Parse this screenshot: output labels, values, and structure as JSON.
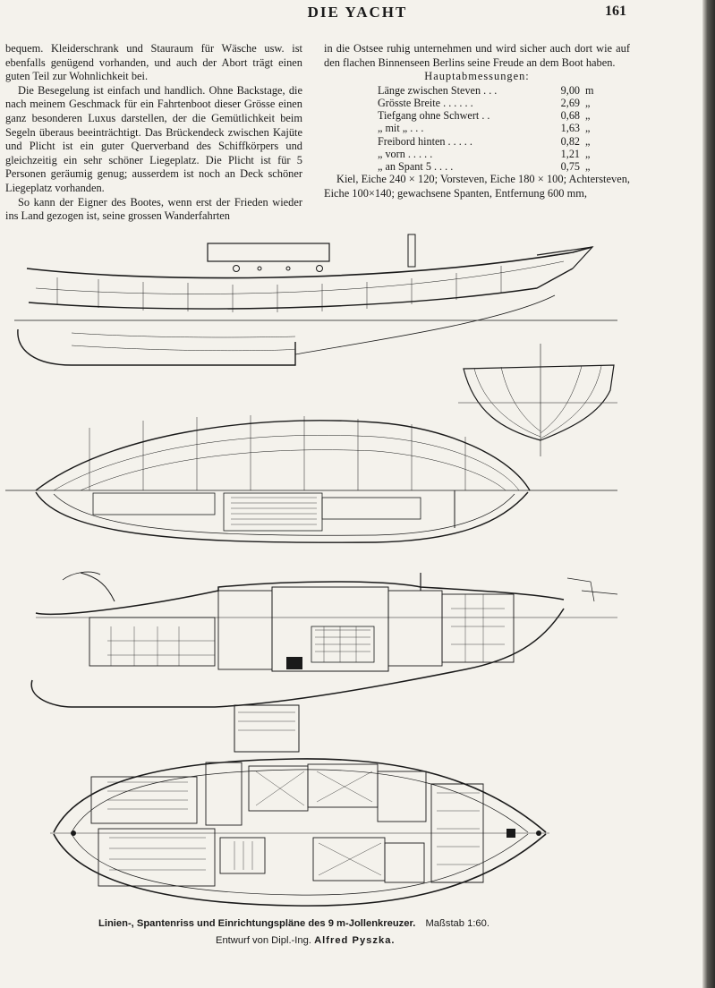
{
  "header": {
    "title": "DIE YACHT",
    "page_number": "161"
  },
  "left_column": {
    "paragraphs": [
      "bequem. Kleiderschrank und Stauraum für Wäsche usw. ist ebenfalls genügend vorhanden, und auch der Abort trägt einen guten Teil zur Wohnlichkeit bei.",
      "Die Besegelung ist einfach und handlich. Ohne Backstage, die nach meinem Geschmack für ein Fahrtenboot dieser Grösse einen ganz besonderen Luxus darstellen, der die Gemütlichkeit beim Segeln überaus beeinträchtigt. Das Brückendeck zwischen Kajüte und Plicht ist ein guter Querverband des Schiffkörpers und gleichzeitig ein sehr schöner Liegeplatz. Die Plicht ist für 5 Personen geräumig genug; ausserdem ist noch an Deck schöner Liegeplatz vorhanden.",
      "So kann der Eigner des Bootes, wenn erst der Frieden wieder ins Land gezogen ist, seine grossen Wanderfahrten"
    ]
  },
  "right_column": {
    "intro": "in die Ostsee ruhig unternehmen und wird sicher auch dort wie auf den flachen Binnenseen Berlins seine Freude an dem Boot haben.",
    "dimensions_title": "Hauptabmessungen:",
    "dimensions": [
      {
        "label": "Länge zwischen Steven . . .",
        "value": "9,00",
        "unit": "m"
      },
      {
        "label": "Grösste Breite . . . . . .",
        "value": "2,69",
        "unit": "„"
      },
      {
        "label": "Tiefgang ohne Schwert . .",
        "value": "0,68",
        "unit": "„"
      },
      {
        "label": "„ mit „ . . .",
        "value": "1,63",
        "unit": "„"
      },
      {
        "label": "Freibord hinten . . . . .",
        "value": "0,82",
        "unit": "„"
      },
      {
        "label": "„ vorn . . . . .",
        "value": "1,21",
        "unit": "„"
      },
      {
        "label": "„ an Spant 5 . . . .",
        "value": "0,75",
        "unit": "„"
      }
    ],
    "construction": "Kiel, Eiche 240 × 120; Vorsteven, Eiche 180 × 100; Achtersteven, Eiche 100×140; gewachsene Spanten, Entfernung 600 mm,"
  },
  "caption": {
    "main": "Linien-, Spantenriss und Einrichtungspläne des 9 m-Jollenkreuzer.",
    "scale": "Maßstab 1:60.",
    "designer_prefix": "Entwurf von Dipl.-Ing.",
    "designer": "Alfred Pyszka."
  },
  "colors": {
    "paper": "#f4f2ec",
    "ink": "#1a1a1a"
  }
}
